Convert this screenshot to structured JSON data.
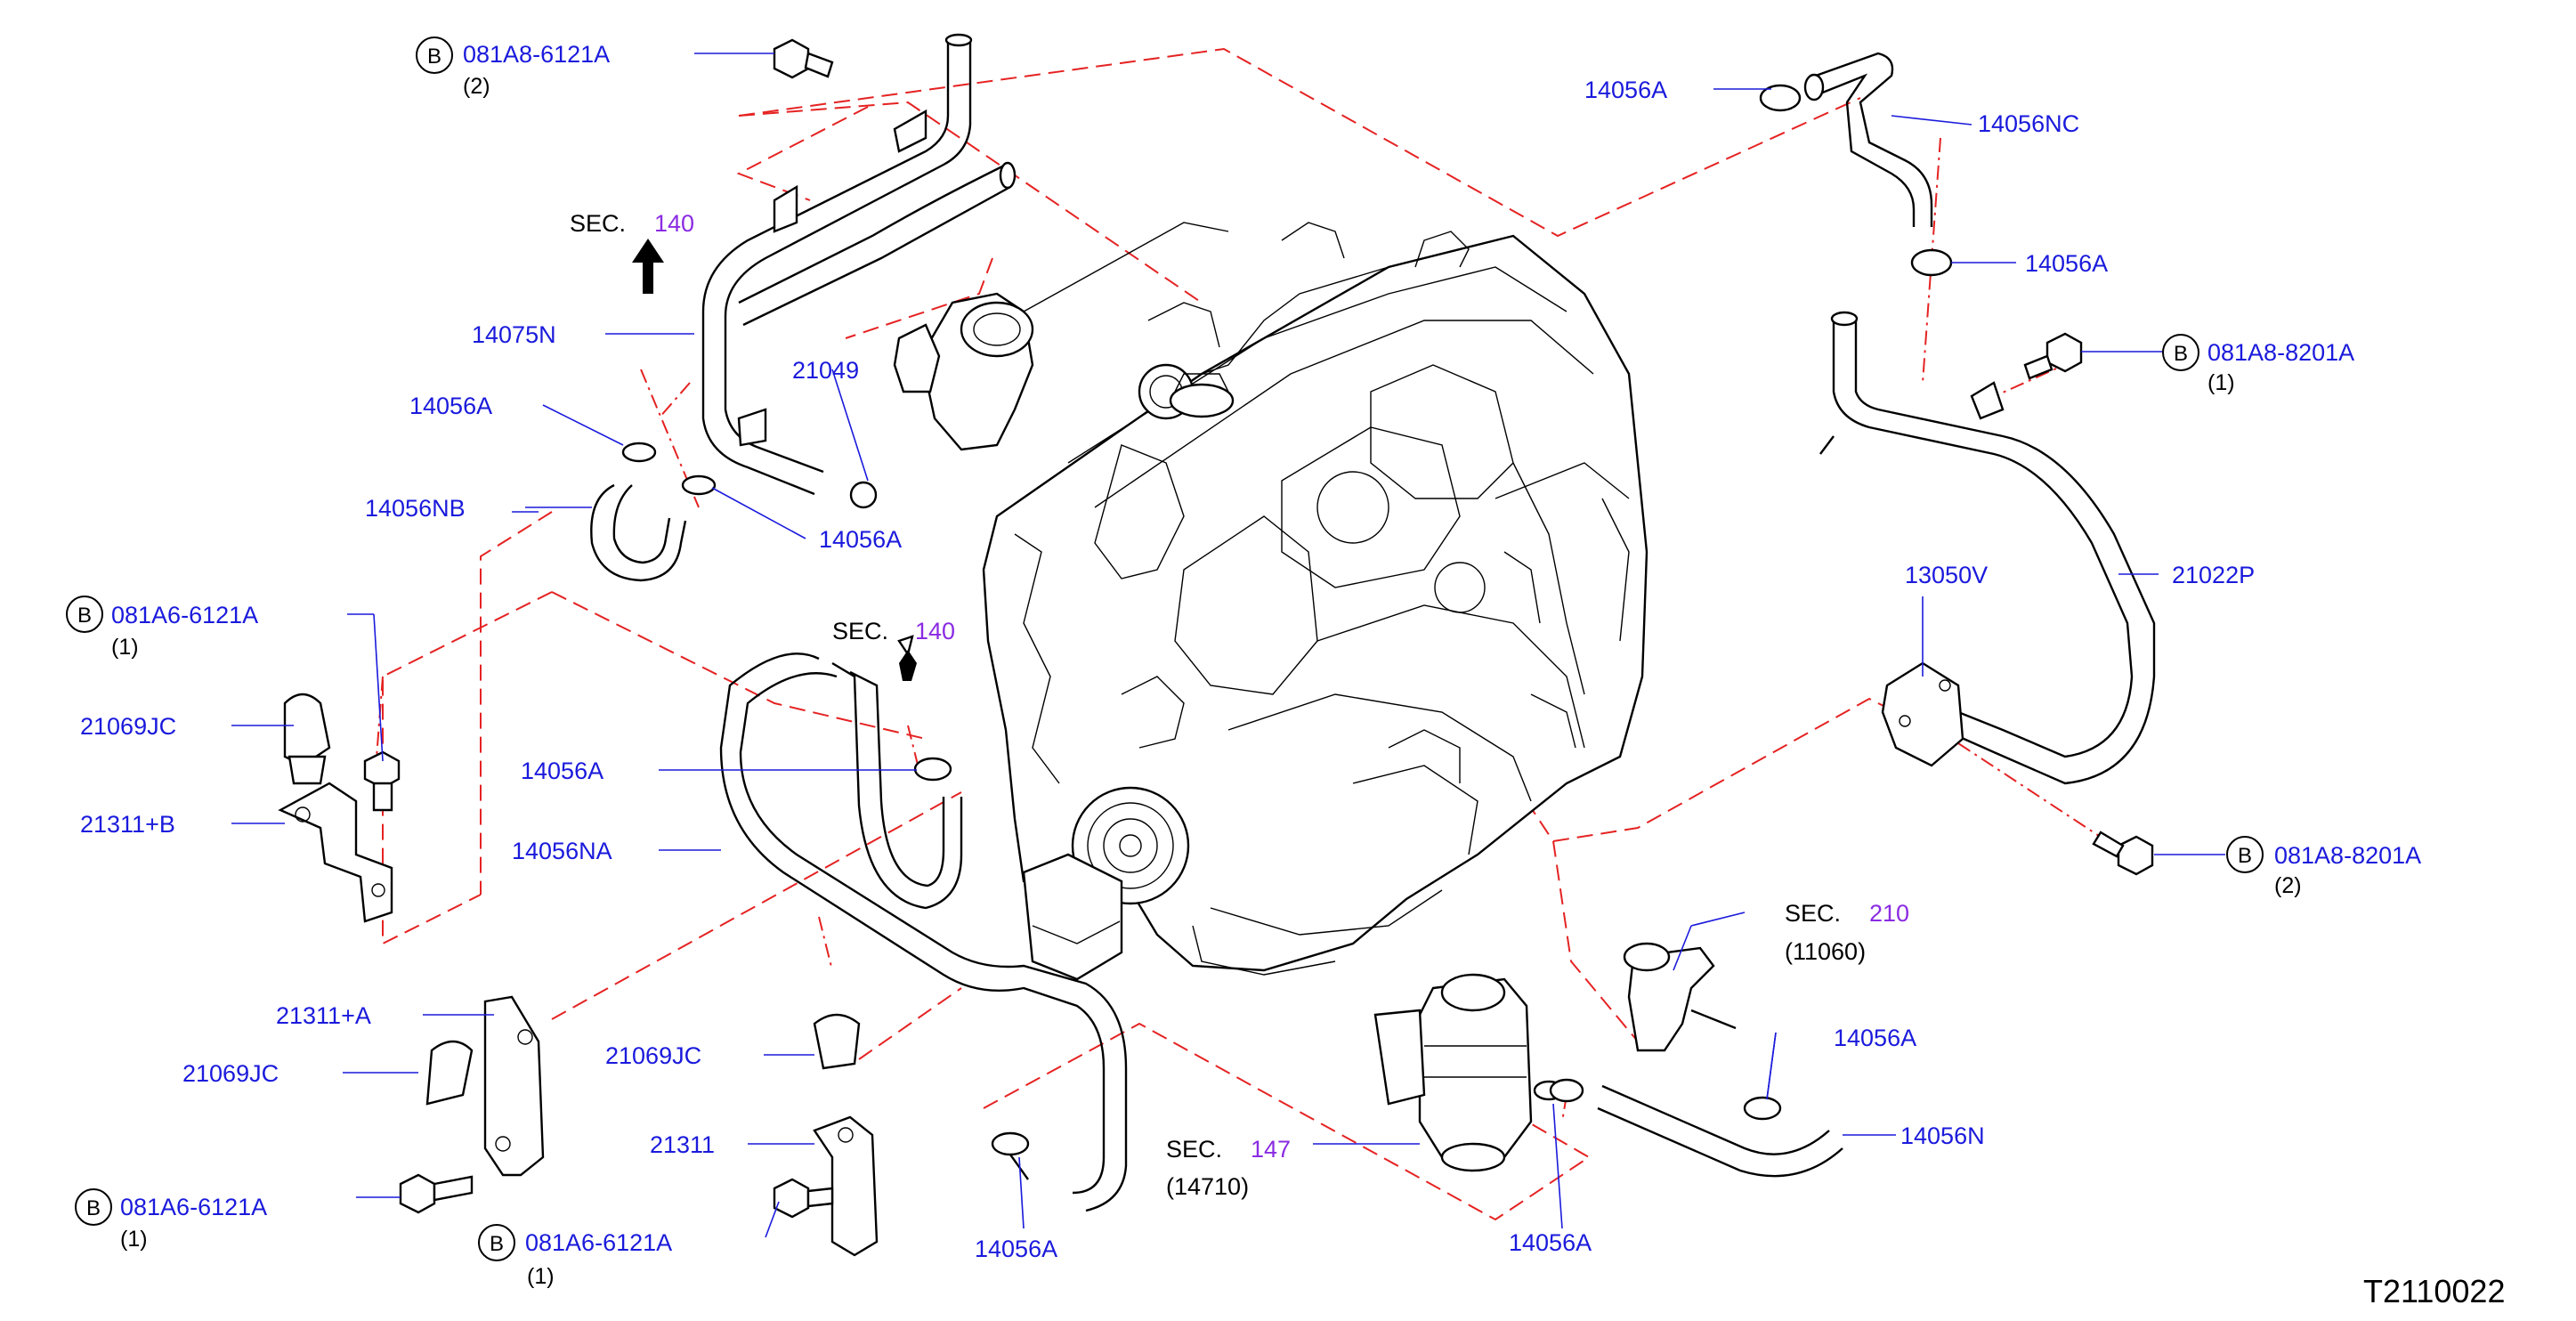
{
  "diagram_code": "T2110022",
  "bolt_marker": "B",
  "callouts": [
    {
      "id": "c1",
      "part": "081A8-6121A",
      "qty": "(2)",
      "bolt": true
    },
    {
      "id": "c2",
      "part": "14056A"
    },
    {
      "id": "c3",
      "part": "14056NC"
    },
    {
      "id": "c4",
      "part": "14056A"
    },
    {
      "id": "c5",
      "part": "081A8-8201A",
      "qty": "(1)",
      "bolt": true
    },
    {
      "id": "c6",
      "part": "14075N"
    },
    {
      "id": "c7",
      "part": "21049"
    },
    {
      "id": "c8",
      "part": "14056A"
    },
    {
      "id": "c9",
      "part": "14056NB"
    },
    {
      "id": "c10",
      "part": "14056A"
    },
    {
      "id": "c11",
      "part": "13050V"
    },
    {
      "id": "c12",
      "part": "21022P"
    },
    {
      "id": "c13",
      "part": "081A6-6121A",
      "qty": "(1)",
      "bolt": true
    },
    {
      "id": "c14",
      "part": "21069JC"
    },
    {
      "id": "c15",
      "part": "14056A"
    },
    {
      "id": "c16",
      "part": "21311+B"
    },
    {
      "id": "c17",
      "part": "14056NA"
    },
    {
      "id": "c18",
      "part": "081A8-8201A",
      "qty": "(2)",
      "bolt": true
    },
    {
      "id": "c19",
      "part": "21311+A"
    },
    {
      "id": "c20",
      "part": "21069JC"
    },
    {
      "id": "c21",
      "part": "21069JC"
    },
    {
      "id": "c22",
      "part": "21311"
    },
    {
      "id": "c23",
      "part": "14056A"
    },
    {
      "id": "c24",
      "part": "14056N"
    },
    {
      "id": "c25",
      "part": "081A6-6121A",
      "qty": "(1)",
      "bolt": true
    },
    {
      "id": "c26",
      "part": "081A6-6121A",
      "qty": "(1)",
      "bolt": true
    },
    {
      "id": "c27",
      "part": "14056A"
    },
    {
      "id": "c28",
      "part": "14056A"
    }
  ],
  "section_refs": [
    {
      "id": "s1",
      "prefix": "SEC.",
      "number": "140"
    },
    {
      "id": "s2",
      "prefix": "SEC.",
      "number": "140"
    },
    {
      "id": "s3",
      "prefix": "SEC.",
      "number": "210",
      "sub": "(11060)"
    },
    {
      "id": "s4",
      "prefix": "SEC.",
      "number": "147",
      "sub": "(14710)"
    }
  ],
  "colors": {
    "label": "#1a1adc",
    "section_number": "#8a2be2",
    "dashed_line": "#e52222",
    "line_art": "#000000"
  }
}
